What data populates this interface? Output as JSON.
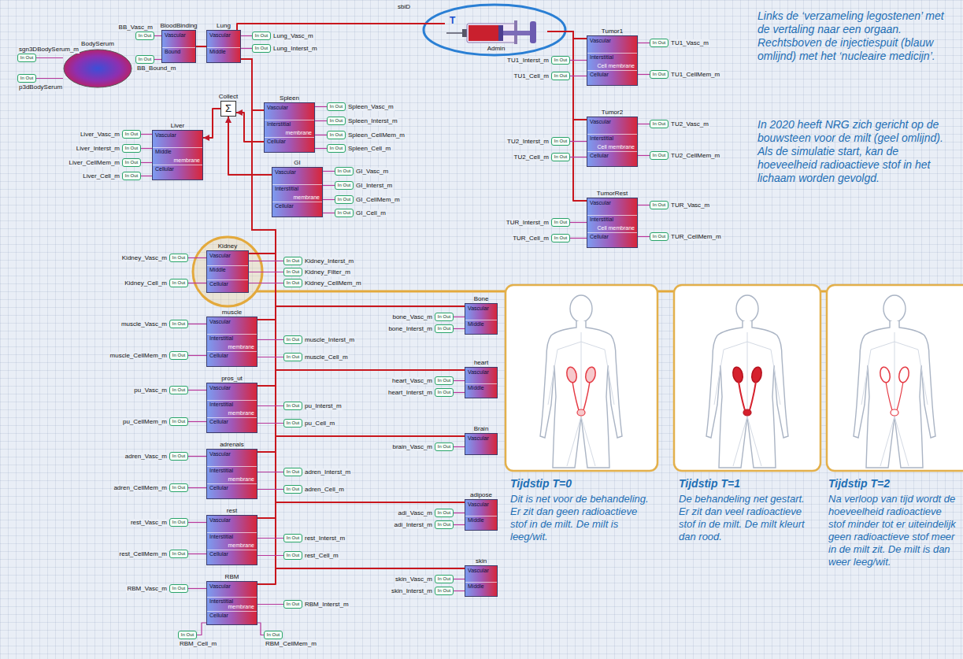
{
  "diagram": {
    "nodes": [
      {
        "text": [
          "BodySerum"
        ]
      },
      {
        "text": [
          "sgn3DBodySerum_m",
          "In Out"
        ]
      },
      {
        "text": [
          "p3dBodySerum",
          "In Out"
        ]
      },
      {
        "text": [
          "BloodBinding",
          "Vascular",
          "Bound"
        ]
      },
      {
        "text": [
          "BB_Vasc_m",
          "In Out"
        ]
      },
      {
        "text": [
          "BB_Bound_m",
          "In Out"
        ]
      },
      {
        "text": [
          "Lung",
          "Vascular",
          "Middle"
        ]
      },
      {
        "text": [
          "Lung_Vasc_m",
          "In Out"
        ]
      },
      {
        "text": [
          "Lung_Interst_m",
          "In Out"
        ]
      },
      {
        "text": [
          "Collect",
          "Σ"
        ]
      },
      {
        "text": [
          "Spleen",
          "Vascular",
          "Interstitial",
          "Cellular"
        ]
      },
      {
        "text": [
          "Spleen_Vasc_m",
          "In Out"
        ]
      },
      {
        "text": [
          "Spleen_Interst_m",
          "In Out"
        ]
      },
      {
        "text": [
          "Spleen_CellMem_m",
          "In Out"
        ]
      },
      {
        "text": [
          "Spleen_Cell_m",
          "In Out"
        ]
      },
      {
        "text": [
          "Liver",
          "Vascular",
          "Middle",
          "Cellular"
        ]
      },
      {
        "text": [
          "Liver_Vasc_m",
          "In Out"
        ]
      },
      {
        "text": [
          "Liver_Interst_m",
          "In Out"
        ]
      },
      {
        "text": [
          "Liver_CellMem_m",
          "In Out"
        ]
      },
      {
        "text": [
          "Liver_Cell_m",
          "In Out"
        ]
      },
      {
        "text": [
          "GI",
          "Vascular",
          "Interstitial",
          "Cellular"
        ]
      },
      {
        "text": [
          "GI_Vasc_m",
          "In Out"
        ]
      },
      {
        "text": [
          "GI_Interst_m",
          "In Out"
        ]
      },
      {
        "text": [
          "GI_CellMem_m",
          "In Out"
        ]
      },
      {
        "text": [
          "GI_Cell_m",
          "In Out"
        ]
      },
      {
        "text": [
          "Kidney",
          "Vascular",
          "Middle",
          "Cellular"
        ]
      },
      {
        "text": [
          "Kidney_Vasc_m",
          "In Out"
        ]
      },
      {
        "text": [
          "Kidney_Cell_m",
          "In Out"
        ]
      },
      {
        "text": [
          "Kidney_Interst_m",
          "In Out"
        ]
      },
      {
        "text": [
          "Kidney_Filter_m",
          "In Out"
        ]
      },
      {
        "text": [
          "Kidney_CellMem_m",
          "In Out"
        ]
      },
      {
        "text": [
          "muscle",
          "Vascular",
          "Interstitial",
          "Cellular"
        ]
      },
      {
        "text": [
          "muscle_Vasc_m",
          "In Out"
        ]
      },
      {
        "text": [
          "muscle_CellMem_m",
          "In Out"
        ]
      },
      {
        "text": [
          "muscle_Interst_m",
          "In Out"
        ]
      },
      {
        "text": [
          "muscle_Cell_m",
          "In Out"
        ]
      },
      {
        "text": [
          "pros_ut",
          "Vascular",
          "Interstitial",
          "Cellular"
        ]
      },
      {
        "text": [
          "pu_Vasc_m",
          "In Out"
        ]
      },
      {
        "text": [
          "pu_CellMem_m",
          "In Out"
        ]
      },
      {
        "text": [
          "pu_Interst_m",
          "In Out"
        ]
      },
      {
        "text": [
          "pu_Cell_m",
          "In Out"
        ]
      },
      {
        "text": [
          "adrenals",
          "Vascular",
          "Interstitial",
          "Cellular"
        ]
      },
      {
        "text": [
          "adren_Vasc_m",
          "In Out"
        ]
      },
      {
        "text": [
          "adren_CellMem_m",
          "In Out"
        ]
      },
      {
        "text": [
          "adren_Interst_m",
          "In Out"
        ]
      },
      {
        "text": [
          "adren_Cell_m",
          "In Out"
        ]
      },
      {
        "text": [
          "rest",
          "Vascular",
          "Interstitial",
          "Cellular"
        ]
      },
      {
        "text": [
          "rest_Vasc_m",
          "In Out"
        ]
      },
      {
        "text": [
          "rest_CellMem_m",
          "In Out"
        ]
      },
      {
        "text": [
          "rest_Interst_m",
          "In Out"
        ]
      },
      {
        "text": [
          "rest_Cell_m",
          "In Out"
        ]
      },
      {
        "text": [
          "RBM",
          "Vascular",
          "Interstitial",
          "Cellular"
        ]
      },
      {
        "text": [
          "RBM_Vasc_m",
          "In Out"
        ]
      },
      {
        "text": [
          "RBM_Interst_m",
          "In Out"
        ]
      },
      {
        "text": [
          "RBM_Cell_m",
          "In Out"
        ]
      },
      {
        "text": [
          "RBM_CellMem_m",
          "In Out"
        ]
      },
      {
        "text": [
          "Bone",
          "Vascular",
          "Middle"
        ]
      },
      {
        "text": [
          "bone_Vasc_m",
          "In Out"
        ]
      },
      {
        "text": [
          "bone_Interst_m",
          "In Out"
        ]
      },
      {
        "text": [
          "heart",
          "Vascular",
          "Middle"
        ]
      },
      {
        "text": [
          "heart_Vasc_m",
          "In Out"
        ]
      },
      {
        "text": [
          "heart_Interst_m",
          "In Out"
        ]
      },
      {
        "text": [
          "Brain",
          "Vascular"
        ]
      },
      {
        "text": [
          "brain_Vasc_m",
          "In Out"
        ]
      },
      {
        "text": [
          "adipose",
          "Vascular",
          "Middle"
        ]
      },
      {
        "text": [
          "adi_Vasc_m",
          "In Out"
        ]
      },
      {
        "text": [
          "adi_Interst_m",
          "In Out"
        ]
      },
      {
        "text": [
          "skin",
          "Vascular",
          "Middle"
        ]
      },
      {
        "text": [
          "skin_Vasc_m",
          "In Out"
        ]
      },
      {
        "text": [
          "skin_Interst_m",
          "In Out"
        ]
      },
      {
        "text": [
          "Admin",
          "T"
        ]
      },
      {
        "text": [
          "Tumor1",
          "Vascular",
          "Interstitial",
          "Cellular"
        ]
      },
      {
        "text": [
          "TU1_Vasc_m",
          "In Out"
        ]
      },
      {
        "text": [
          "TU1_CellMem_m",
          "In Out"
        ]
      },
      {
        "text": [
          "TU1_Interst_m",
          "In Out"
        ]
      },
      {
        "text": [
          "TU1_Cell_m",
          "In Out"
        ]
      },
      {
        "text": [
          "Tumor2",
          "Vascular",
          "Interstitial",
          "Cellular"
        ]
      },
      {
        "text": [
          "TU2_Vasc_m",
          "In Out"
        ]
      },
      {
        "text": [
          "TU2_CellMem_m",
          "In Out"
        ]
      },
      {
        "text": [
          "TU2_Interst_m",
          "In Out"
        ]
      },
      {
        "text": [
          "TU2_Cell_m",
          "In Out"
        ]
      },
      {
        "text": [
          "TumorRest",
          "Vascular",
          "Interstitial",
          "Cellular"
        ]
      },
      {
        "text": [
          "TUR_Vasc_m",
          "In Out"
        ]
      },
      {
        "text": [
          "TUR_CellMem_m",
          "In Out"
        ]
      },
      {
        "text": [
          "TUR_Interst_m",
          "In Out"
        ]
      },
      {
        "text": [
          "TUR_Cell_m",
          "In Out"
        ]
      }
    ],
    "edges": [
      {
        "from": 70,
        "to": 6,
        "arrow": "none"
      },
      {
        "from": 3,
        "to": 6,
        "arrow": "none"
      },
      {
        "from": 6,
        "to": 10,
        "arrow": "none"
      },
      {
        "from": 10,
        "to": 9,
        "arrow": "to"
      },
      {
        "from": 20,
        "to": 9,
        "arrow": "to"
      },
      {
        "from": 9,
        "to": 15,
        "arrow": "to"
      },
      {
        "from": 6,
        "to": 25,
        "arrow": "none"
      },
      {
        "from": 6,
        "to": 31,
        "arrow": "none"
      },
      {
        "from": 6,
        "to": 36,
        "arrow": "none"
      },
      {
        "from": 6,
        "to": 41,
        "arrow": "none"
      },
      {
        "from": 6,
        "to": 46,
        "arrow": "none"
      },
      {
        "from": 6,
        "to": 51,
        "arrow": "none"
      },
      {
        "from": 6,
        "to": 56,
        "arrow": "none"
      },
      {
        "from": 6,
        "to": 59,
        "arrow": "none"
      },
      {
        "from": 6,
        "to": 62,
        "arrow": "none"
      },
      {
        "from": 6,
        "to": 64,
        "arrow": "none"
      },
      {
        "from": 6,
        "to": 67,
        "arrow": "none"
      },
      {
        "from": 70,
        "to": 71,
        "arrow": "none"
      },
      {
        "from": 70,
        "to": 76,
        "arrow": "none"
      },
      {
        "from": 70,
        "to": 81,
        "arrow": "none"
      },
      {
        "from": 1,
        "to": 0,
        "arrow": "none"
      },
      {
        "from": 2,
        "to": 0,
        "arrow": "none"
      },
      {
        "from": 4,
        "to": 3,
        "arrow": "none"
      },
      {
        "from": 5,
        "to": 3,
        "arrow": "none"
      },
      {
        "from": 7,
        "to": 6,
        "arrow": "none"
      },
      {
        "from": 8,
        "to": 6,
        "arrow": "none"
      },
      {
        "from": 11,
        "to": 10,
        "arrow": "none"
      },
      {
        "from": 12,
        "to": 10,
        "arrow": "none"
      },
      {
        "from": 13,
        "to": 10,
        "arrow": "none"
      },
      {
        "from": 14,
        "to": 10,
        "arrow": "none"
      },
      {
        "from": 16,
        "to": 15,
        "arrow": "none"
      },
      {
        "from": 17,
        "to": 15,
        "arrow": "none"
      },
      {
        "from": 18,
        "to": 15,
        "arrow": "none"
      },
      {
        "from": 19,
        "to": 15,
        "arrow": "none"
      },
      {
        "from": 21,
        "to": 20,
        "arrow": "none"
      },
      {
        "from": 22,
        "to": 20,
        "arrow": "none"
      },
      {
        "from": 23,
        "to": 20,
        "arrow": "none"
      },
      {
        "from": 24,
        "to": 20,
        "arrow": "none"
      },
      {
        "from": 26,
        "to": 25,
        "arrow": "none"
      },
      {
        "from": 27,
        "to": 25,
        "arrow": "none"
      },
      {
        "from": 28,
        "to": 25,
        "arrow": "none"
      },
      {
        "from": 29,
        "to": 25,
        "arrow": "none"
      },
      {
        "from": 30,
        "to": 25,
        "arrow": "none"
      },
      {
        "from": 32,
        "to": 31,
        "arrow": "none"
      },
      {
        "from": 33,
        "to": 31,
        "arrow": "none"
      },
      {
        "from": 34,
        "to": 31,
        "arrow": "none"
      },
      {
        "from": 35,
        "to": 31,
        "arrow": "none"
      },
      {
        "from": 37,
        "to": 36,
        "arrow": "none"
      },
      {
        "from": 38,
        "to": 36,
        "arrow": "none"
      },
      {
        "from": 39,
        "to": 36,
        "arrow": "none"
      },
      {
        "from": 40,
        "to": 36,
        "arrow": "none"
      },
      {
        "from": 42,
        "to": 41,
        "arrow": "none"
      },
      {
        "from": 43,
        "to": 41,
        "arrow": "none"
      },
      {
        "from": 44,
        "to": 41,
        "arrow": "none"
      },
      {
        "from": 45,
        "to": 41,
        "arrow": "none"
      },
      {
        "from": 47,
        "to": 46,
        "arrow": "none"
      },
      {
        "from": 48,
        "to": 46,
        "arrow": "none"
      },
      {
        "from": 49,
        "to": 46,
        "arrow": "none"
      },
      {
        "from": 50,
        "to": 46,
        "arrow": "none"
      },
      {
        "from": 52,
        "to": 51,
        "arrow": "none"
      },
      {
        "from": 53,
        "to": 51,
        "arrow": "none"
      },
      {
        "from": 54,
        "to": 51,
        "arrow": "none"
      },
      {
        "from": 55,
        "to": 51,
        "arrow": "none"
      },
      {
        "from": 57,
        "to": 56,
        "arrow": "none"
      },
      {
        "from": 58,
        "to": 56,
        "arrow": "none"
      },
      {
        "from": 60,
        "to": 59,
        "arrow": "none"
      },
      {
        "from": 61,
        "to": 59,
        "arrow": "none"
      },
      {
        "from": 63,
        "to": 62,
        "arrow": "none"
      },
      {
        "from": 65,
        "to": 64,
        "arrow": "none"
      },
      {
        "from": 66,
        "to": 64,
        "arrow": "none"
      },
      {
        "from": 68,
        "to": 67,
        "arrow": "none"
      },
      {
        "from": 69,
        "to": 67,
        "arrow": "none"
      },
      {
        "from": 72,
        "to": 71,
        "arrow": "none"
      },
      {
        "from": 73,
        "to": 71,
        "arrow": "none"
      },
      {
        "from": 74,
        "to": 71,
        "arrow": "none"
      },
      {
        "from": 75,
        "to": 71,
        "arrow": "none"
      },
      {
        "from": 77,
        "to": 76,
        "arrow": "none"
      },
      {
        "from": 78,
        "to": 76,
        "arrow": "none"
      },
      {
        "from": 79,
        "to": 76,
        "arrow": "none"
      },
      {
        "from": 80,
        "to": 76,
        "arrow": "none"
      },
      {
        "from": 82,
        "to": 81,
        "arrow": "none"
      },
      {
        "from": 83,
        "to": 81,
        "arrow": "none"
      },
      {
        "from": 84,
        "to": 81,
        "arrow": "none"
      },
      {
        "from": 85,
        "to": 81,
        "arrow": "none"
      }
    ],
    "labels": [
      "sbiD",
      "membrane",
      "membrane",
      "membrane",
      "membrane",
      "membrane",
      "membrane",
      "membrane",
      "membrane",
      "Cell membrane",
      "Cell membrane",
      "Cell membrane",
      "Links de ‘verzameling legostenen’ met de vertaling naar een orgaan. Rechtsboven de injectiespuit (blauw omlijnd) met het ‘nucleaire medicijn’.",
      "In 2020 heeft NRG zich gericht op de bouwsteen voor de milt (geel omlijnd). Als de simulatie start, kan de hoeveelheid radioactieve stof in het lichaam worden gevolgd.",
      "Tijdstip T=0",
      "Dit is net voor de behandeling. Er zit dan geen radioactieve stof in de milt. De milt is leeg/wit.",
      "Tijdstip T=1",
      "De behandeling net gestart. Er zit dan veel radioactieve stof in de milt. De milt kleurt dan rood.",
      "Tijdstip T=2",
      "Na verloop van tijd wordt de hoeveelheid radioactieve stof minder tot er uiteindelijk geen radioactieve stof meer in de milt zit. De milt is dan weer leeg/wit."
    ]
  }
}
